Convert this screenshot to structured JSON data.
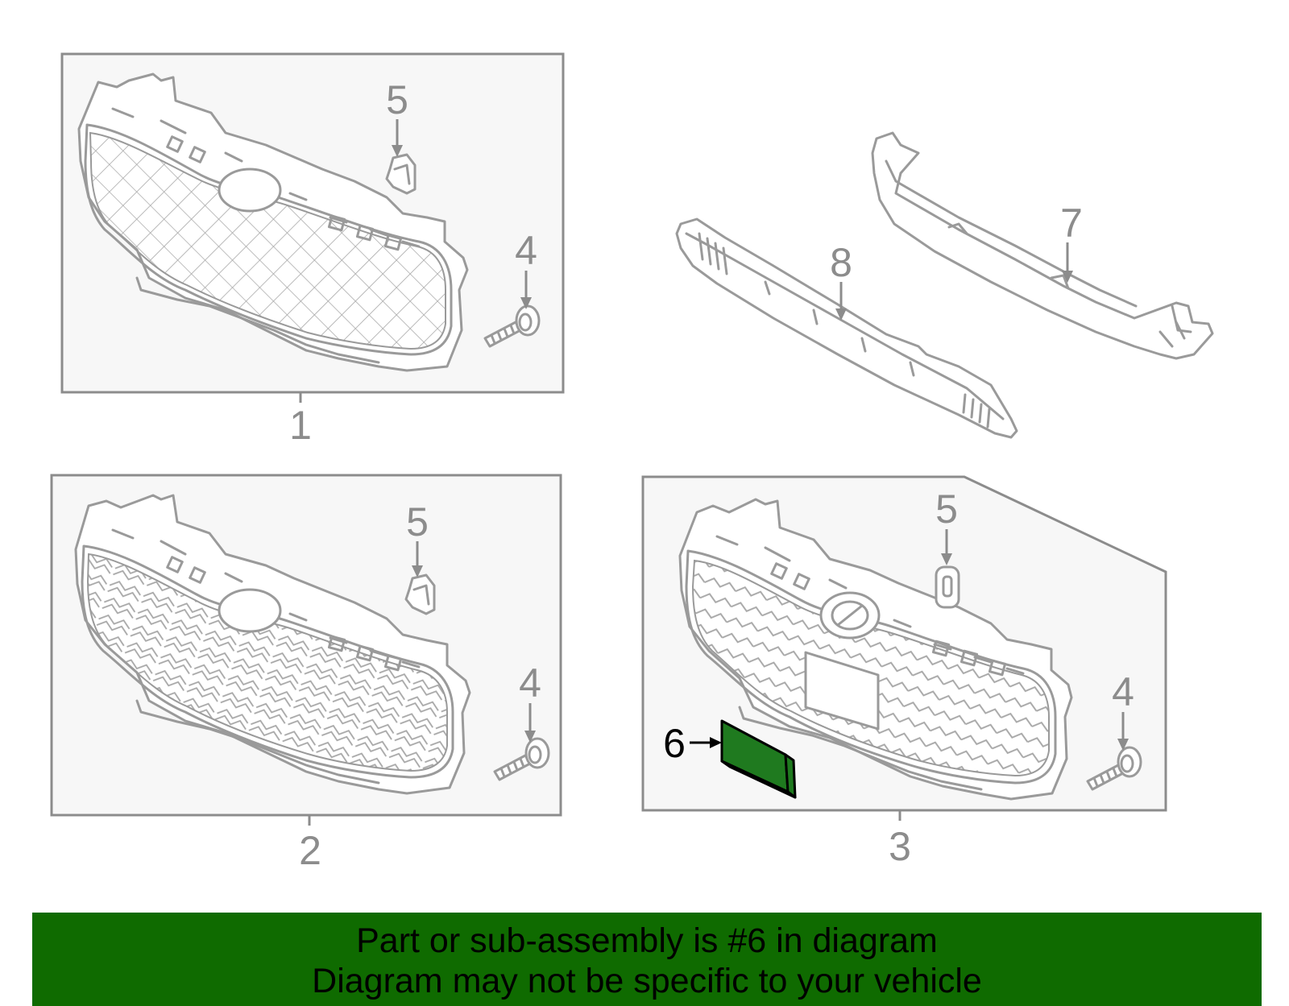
{
  "callouts": {
    "panel1_label": "1",
    "panel2_label": "2",
    "panel3_label": "3",
    "p1_clip": "5",
    "p1_screw": "4",
    "p2_clip": "5",
    "p2_screw": "4",
    "p3_clip": "5",
    "p3_screw": "4",
    "emblem_plate": "6",
    "upper_bracket": "7",
    "lower_molding": "8"
  },
  "banner": {
    "line1": "Part or sub-assembly is #6 in diagram",
    "line2": "Diagram may not be specific to your vehicle"
  },
  "colors": {
    "highlight_part": "#1f7a1f",
    "banner_background": "#0f6b00",
    "line_art": "#9a9a9a"
  }
}
